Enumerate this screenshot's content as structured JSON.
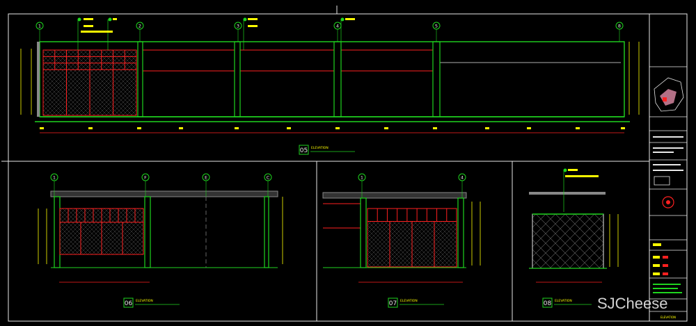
{
  "colors": {
    "background": "#000000",
    "frame": "#e8e8e8",
    "green": "#1fd51f",
    "red": "#ff2020",
    "yellow": "#ffff00",
    "white": "#ffffff",
    "gray": "#888888"
  },
  "grid_markers": {
    "top": [
      "1",
      "2",
      "3",
      "4",
      "5",
      "8"
    ],
    "bottom_left": [
      "1",
      "F",
      "E",
      "C"
    ],
    "bottom_middle": [
      "1",
      "4"
    ]
  },
  "views": [
    {
      "number": "05",
      "title": "ELEVATION"
    },
    {
      "number": "06",
      "title": "ELEVATION"
    },
    {
      "number": "07",
      "title": "ELEVATION"
    },
    {
      "number": "08",
      "title": "ELEVATION"
    }
  ],
  "title_block": {
    "drawing_label": "ELEVATION"
  },
  "watermark": {
    "text": "SJCheese"
  }
}
